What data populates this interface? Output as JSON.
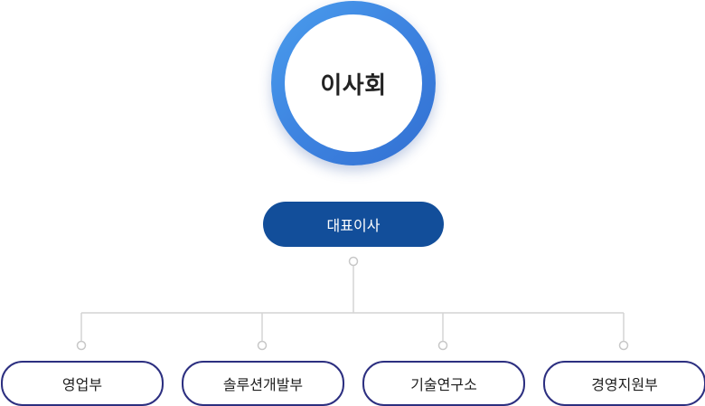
{
  "board": {
    "label": "이사회"
  },
  "ceo": {
    "label": "대표이사"
  },
  "departments": [
    {
      "label": "영업부"
    },
    {
      "label": "솔루션개발부"
    },
    {
      "label": "기술연구소"
    },
    {
      "label": "경영지원부"
    }
  ],
  "colors": {
    "board_ring": "#3d83e0",
    "ceo_fill": "#124e9a",
    "dept_border": "#2c2f80",
    "connector": "#d6d6d6"
  }
}
